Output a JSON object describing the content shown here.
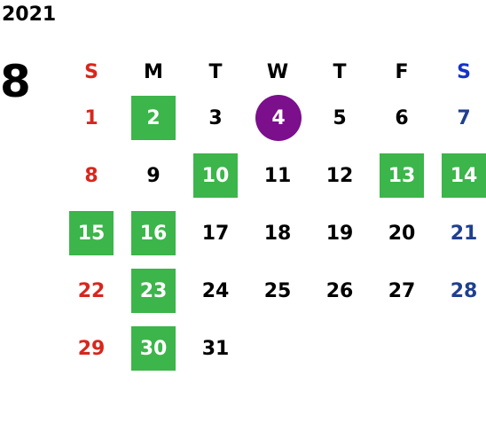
{
  "calendar": {
    "year": "2021",
    "month": "8",
    "weekdays": [
      "S",
      "M",
      "T",
      "W",
      "T",
      "F",
      "S"
    ],
    "weeks": [
      [
        "",
        "",
        "",
        "",
        "",
        "",
        ""
      ],
      [
        "1",
        "2",
        "3",
        "4",
        "5",
        "6",
        "7"
      ],
      [
        "8",
        "9",
        "10",
        "11",
        "12",
        "13",
        "14"
      ],
      [
        "15",
        "16",
        "17",
        "18",
        "19",
        "20",
        "21"
      ],
      [
        "22",
        "23",
        "24",
        "25",
        "26",
        "27",
        "28"
      ],
      [
        "29",
        "30",
        "31",
        "",
        "",
        "",
        ""
      ]
    ],
    "highlighted_days": [
      "2",
      "10",
      "13",
      "14",
      "15",
      "16",
      "23",
      "30"
    ],
    "today": "4",
    "colors": {
      "sunday": "#d9261c",
      "saturday": "#1f3f8f",
      "saturday_header": "#1533c8",
      "highlight": "#3cb54a",
      "today": "#7b0f8c"
    }
  }
}
